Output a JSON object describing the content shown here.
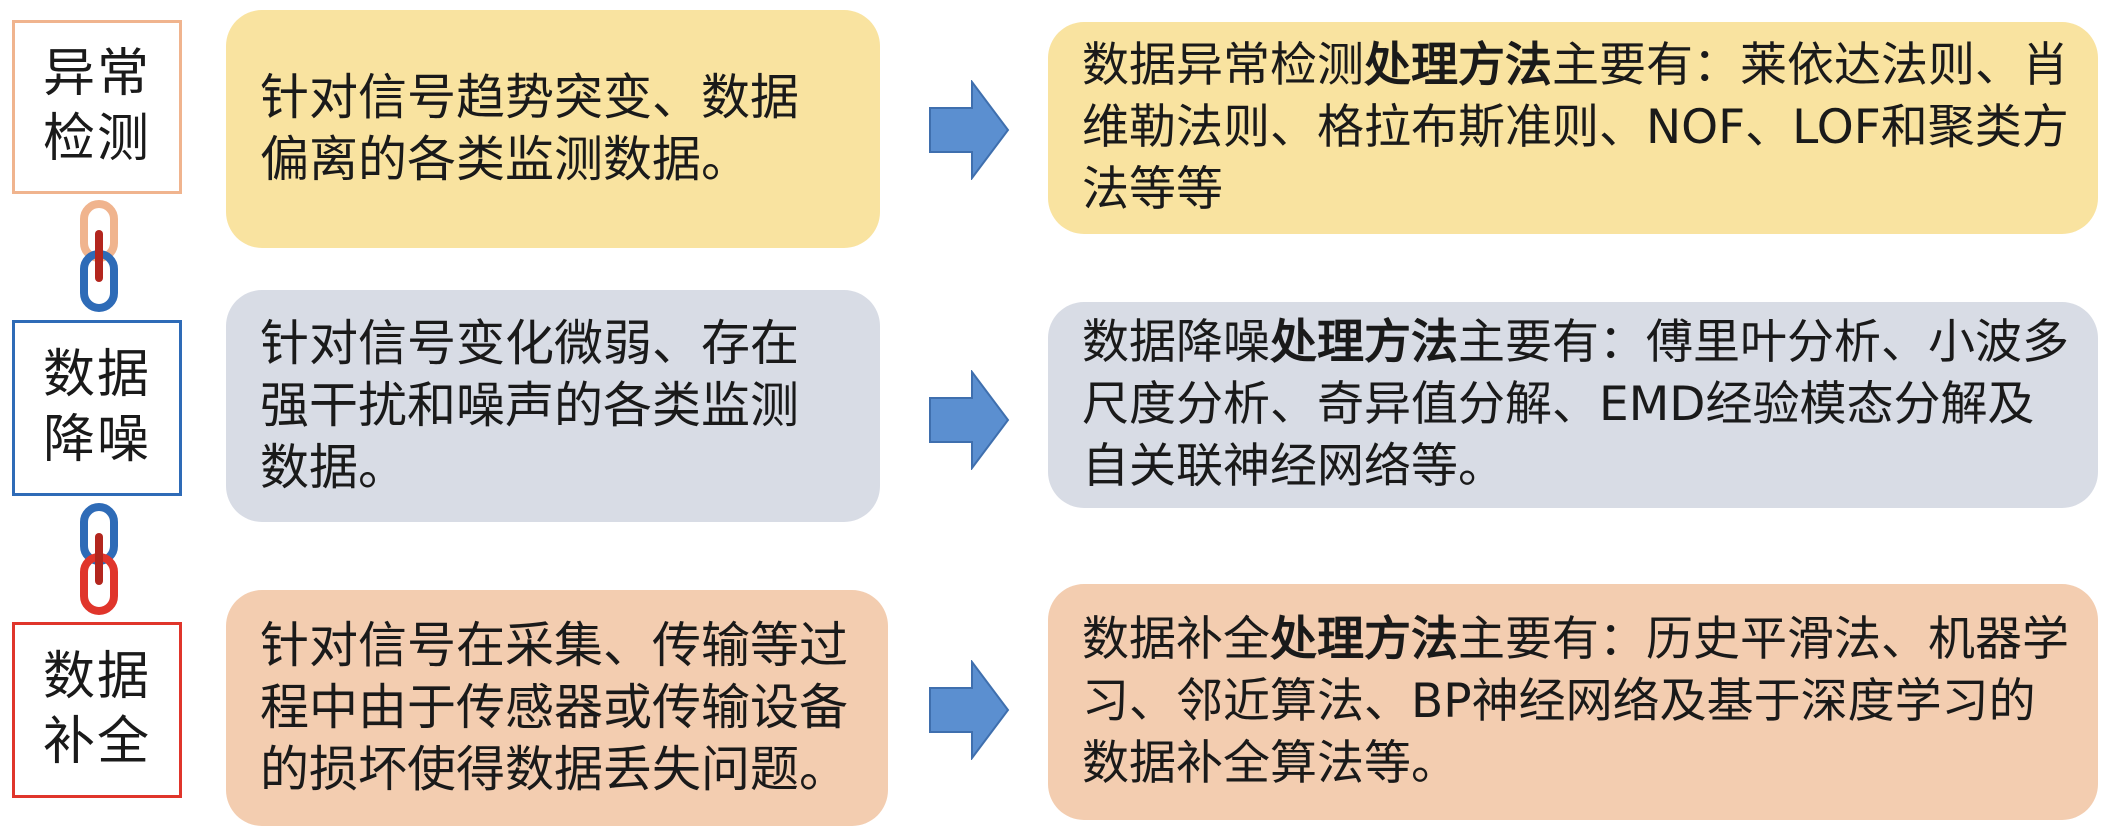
{
  "rows": [
    {
      "label_line1": "异常",
      "label_line2": "检测",
      "label_color": "#f0b48e",
      "box_color": "#f9e3a0",
      "description": "针对信号趋势突变、数据偏离的各类监测数据。",
      "method_prefix": "数据异常检测",
      "method_bold": "处理方法",
      "method_suffix": "主要有：莱依达法则、肖维勒法则、格拉布斯准则、NOF、LOF和聚类方法等等"
    },
    {
      "label_line1": "数据",
      "label_line2": "降噪",
      "label_color": "#2e6bb7",
      "box_color": "#d8dce5",
      "description": "针对信号变化微弱、存在强干扰和噪声的各类监测数据。",
      "method_prefix": "数据降噪",
      "method_bold": "处理方法",
      "method_suffix": "主要有：傅里叶分析、小波多尺度分析、奇异值分解、EMD经验模态分解及自关联神经网络等。"
    },
    {
      "label_line1": "数据",
      "label_line2": "补全",
      "label_color": "#e0352b",
      "box_color": "#f3cdb0",
      "description": "针对信号在采集、传输等过程中由于传感器或传输设备的损坏使得数据丢失问题。",
      "method_prefix": "数据补全",
      "method_bold": "处理方法",
      "method_suffix": "主要有：历史平滑法、机器学习、邻近算法、BP神经网络及基于深度学习的数据补全算法等。"
    }
  ],
  "colors": {
    "arrow_fill": "#5b8fd0",
    "arrow_stroke": "#3f6fae",
    "link_peach": "#f0b48e",
    "link_blue": "#2e6bb7",
    "link_red": "#e0352b",
    "link_bar": "#b3261e"
  },
  "icons": [
    "chain-link-icon",
    "right-arrow-icon"
  ]
}
